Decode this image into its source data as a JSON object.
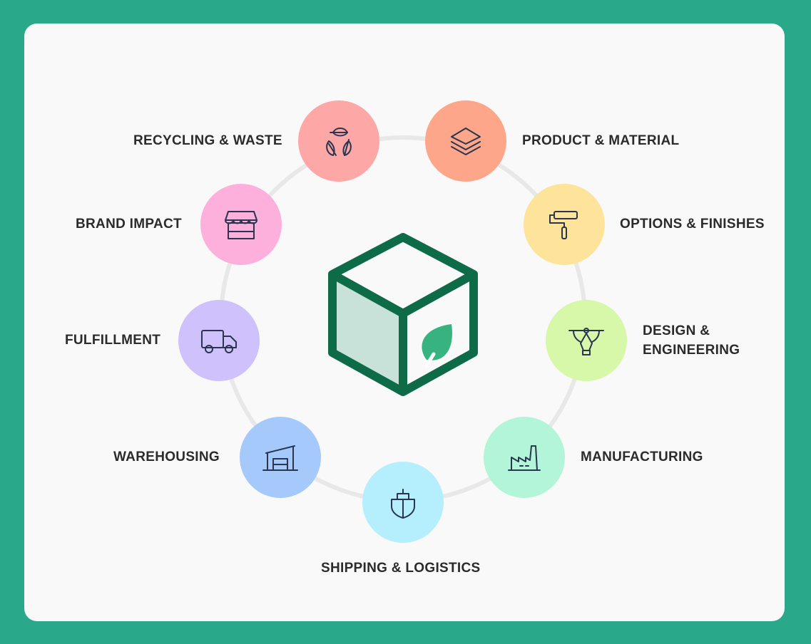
{
  "center": {
    "icon": "eco-box-icon",
    "colors": {
      "stroke": "#0d6b48",
      "shade": "#c9e2d9",
      "leaf": "#36b37e"
    }
  },
  "nodes": [
    {
      "id": "recycling",
      "label": "RECYCLING & WASTE",
      "icon": "recycle-leaves-icon",
      "color": "#fda7a7"
    },
    {
      "id": "product",
      "label": "PRODUCT & MATERIAL",
      "icon": "layers-icon",
      "color": "#fda68a"
    },
    {
      "id": "options",
      "label": "OPTIONS & FINISHES",
      "icon": "paint-roller-icon",
      "color": "#fde49a"
    },
    {
      "id": "design",
      "label_line1": "DESIGN &",
      "label_line2": "ENGINEERING",
      "icon": "pen-tool-icon",
      "color": "#d7f8a8"
    },
    {
      "id": "manufacturing",
      "label": "MANUFACTURING",
      "icon": "factory-icon",
      "color": "#b3f5d8"
    },
    {
      "id": "shipping",
      "label": "SHIPPING & LOGISTICS",
      "icon": "ship-icon",
      "color": "#b5eefd"
    },
    {
      "id": "warehousing",
      "label": "WAREHOUSING",
      "icon": "warehouse-icon",
      "color": "#a5c9fb"
    },
    {
      "id": "fulfillment",
      "label": "FULFILLMENT",
      "icon": "truck-icon",
      "color": "#cfc1fb"
    },
    {
      "id": "brand",
      "label": "BRAND IMPACT",
      "icon": "storefront-icon",
      "color": "#fdb0dc"
    }
  ]
}
